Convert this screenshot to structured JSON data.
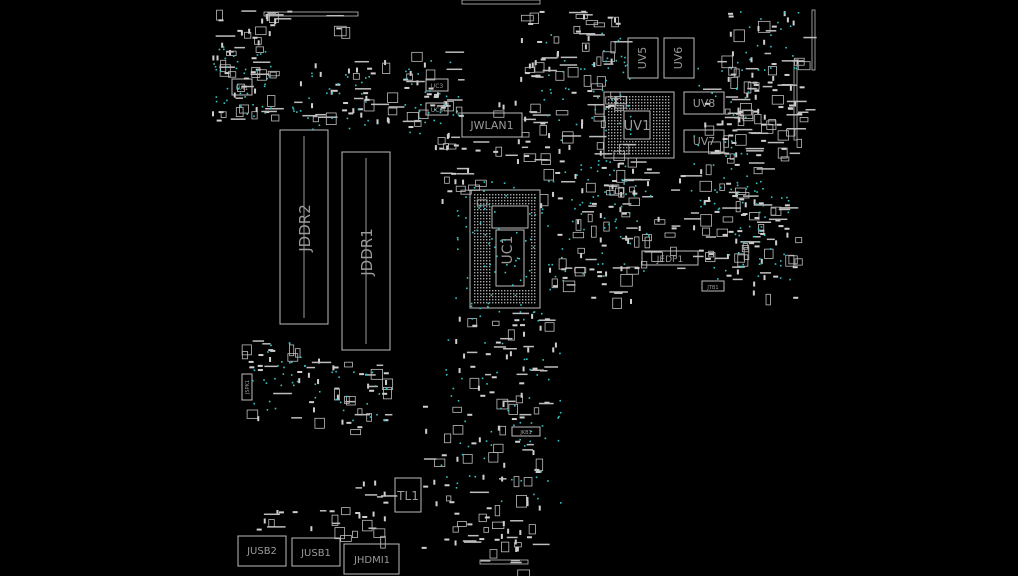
{
  "board": {
    "background": "#000000",
    "outline_color": "#bdbdbd",
    "pad_color": "#cfcfcf",
    "via_color": "#35c4c4",
    "bga_color": "#a8a8a8"
  },
  "labels": {
    "jddr2": "JDDR2",
    "jddr1": "JDDR1",
    "uc1": "UC1",
    "jwlan1": "JWLAN1",
    "uv1": "UV1",
    "uv8": "UV8",
    "uv7": "UV7",
    "uv5": "UV5",
    "uv6": "UV6",
    "jedp1": "JEDP1",
    "tl1": "TL1",
    "jusb2": "JUSB2",
    "jusb1": "JUSB1",
    "jhdmi1": "JHDMI1",
    "uc3": "UC3",
    "uc6": "UC6",
    "ua1": "UA1",
    "jtb1": "JTB1",
    "jkb1": "JKB1",
    "jspk1": "JSPK1"
  }
}
